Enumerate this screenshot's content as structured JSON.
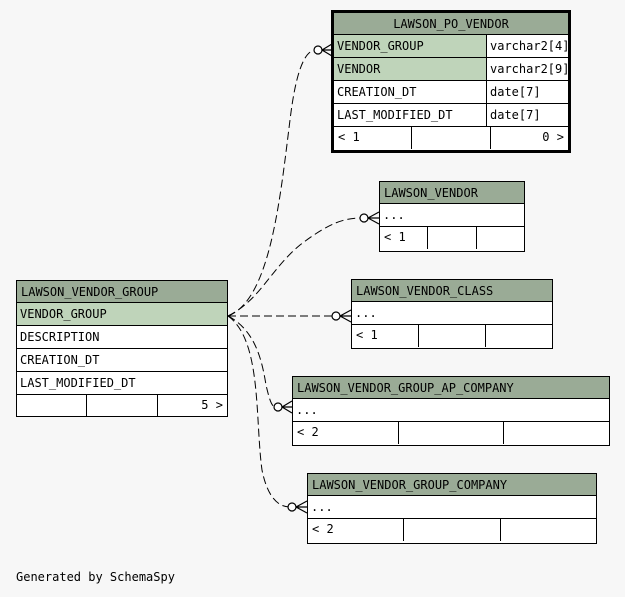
{
  "focus_table": {
    "name": "LAWSON_PO_VENDOR",
    "columns": [
      {
        "name": "VENDOR_GROUP",
        "type": "varchar2[4]",
        "key": true
      },
      {
        "name": "VENDOR",
        "type": "varchar2[9]",
        "key": true
      },
      {
        "name": "CREATION_DT",
        "type": "date[7]",
        "key": false
      },
      {
        "name": "LAST_MODIFIED_DT",
        "type": "date[7]",
        "key": false
      }
    ],
    "footer": {
      "parents": "< 1",
      "children": "0 >"
    }
  },
  "parent_table": {
    "name": "LAWSON_VENDOR_GROUP",
    "columns": [
      {
        "name": "VENDOR_GROUP",
        "key": true
      },
      {
        "name": "DESCRIPTION",
        "key": false
      },
      {
        "name": "CREATION_DT",
        "key": false
      },
      {
        "name": "LAST_MODIFIED_DT",
        "key": false
      }
    ],
    "footer": {
      "children": "5 >"
    }
  },
  "related_tables": [
    {
      "name": "LAWSON_VENDOR",
      "ellipsis": "...",
      "parents": "< 1"
    },
    {
      "name": "LAWSON_VENDOR_CLASS",
      "ellipsis": "...",
      "parents": "< 1"
    },
    {
      "name": "LAWSON_VENDOR_GROUP_AP_COMPANY",
      "ellipsis": "...",
      "parents": "< 2"
    },
    {
      "name": "LAWSON_VENDOR_GROUP_COMPANY",
      "ellipsis": "...",
      "parents": "< 2"
    }
  ],
  "generated_by": "Generated by SchemaSpy"
}
